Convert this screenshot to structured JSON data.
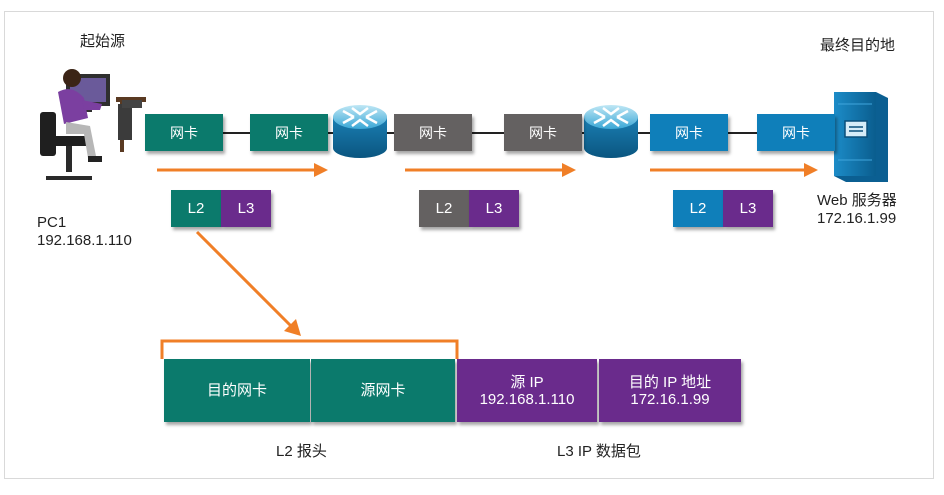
{
  "source_title": "起始源",
  "dest_title": "最终目的地",
  "pc": {
    "name": "PC1",
    "ip": "192.168.1.110"
  },
  "server": {
    "name": "Web 服务器",
    "ip": "172.16.1.99"
  },
  "nic_label": "网卡",
  "l2": "L2",
  "l3": "L3",
  "packet": {
    "dst_nic": "目的网卡",
    "src_nic": "源网卡",
    "src_ip_title": "源 IP",
    "src_ip": "192.168.1.110",
    "dst_ip_title": "目的 IP 地址",
    "dst_ip": "172.16.1.99"
  },
  "captions": {
    "l2_header": "L2 报头",
    "l3_packet": "L3 IP 数据包"
  },
  "colors": {
    "teal": "#0b7a6c",
    "gray": "#646161",
    "blue": "#0f7fba",
    "purple": "#6a2b8c",
    "orange": "#f07f27"
  },
  "icons": [
    "user-at-computer-icon",
    "router-icon",
    "server-icon"
  ]
}
